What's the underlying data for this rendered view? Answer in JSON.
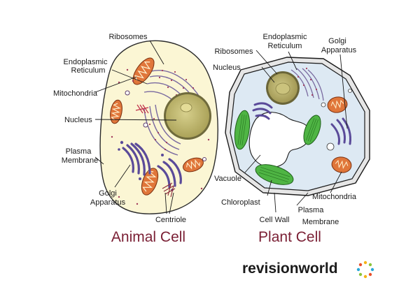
{
  "animal_cell": {
    "title": "Animal Cell",
    "labels": {
      "ribosomes": "Ribosomes",
      "er_line1": "Endoplasmic",
      "er_line2": "Reticulum",
      "mitochondria": "Mitochondria",
      "nucleus": "Nucleus",
      "membrane_line1": "Plasma",
      "membrane_line2": "Membrane",
      "golgi_line1": "Golgi",
      "golgi_line2": "Apparatus",
      "centriole": "Centriole"
    }
  },
  "plant_cell": {
    "title": "Plant Cell",
    "labels": {
      "ribosomes": "Ribosomes",
      "er_line1": "Endoplasmic",
      "er_line2": "Reticulum",
      "golgi_line1": "Golgi",
      "golgi_line2": "Apparatus",
      "nucleus": "Nucleus",
      "vacuole": "Vacuole",
      "chloroplast": "Chloroplast",
      "mitochondria": "Mitochondria",
      "membrane_line1": "Plasma",
      "membrane_line2": "Membrane",
      "cell_wall": "Cell Wall"
    }
  },
  "logo": {
    "part1": "revision",
    "part2": "world",
    "color_dark": "#1a1a1a",
    "color_accent": "#f5b417"
  },
  "colors": {
    "animal_cytoplasm": "#fbf6d4",
    "plant_cytoplasm": "#dde9f3",
    "plant_wall": "#e6e6e6",
    "nucleus": "#c9c27d",
    "nucleolus": "#ddd68c",
    "mitochondria": "#e0763a",
    "golgi": "#5a4a99",
    "chloroplast": "#4fb544",
    "title": "#7a1f34"
  }
}
